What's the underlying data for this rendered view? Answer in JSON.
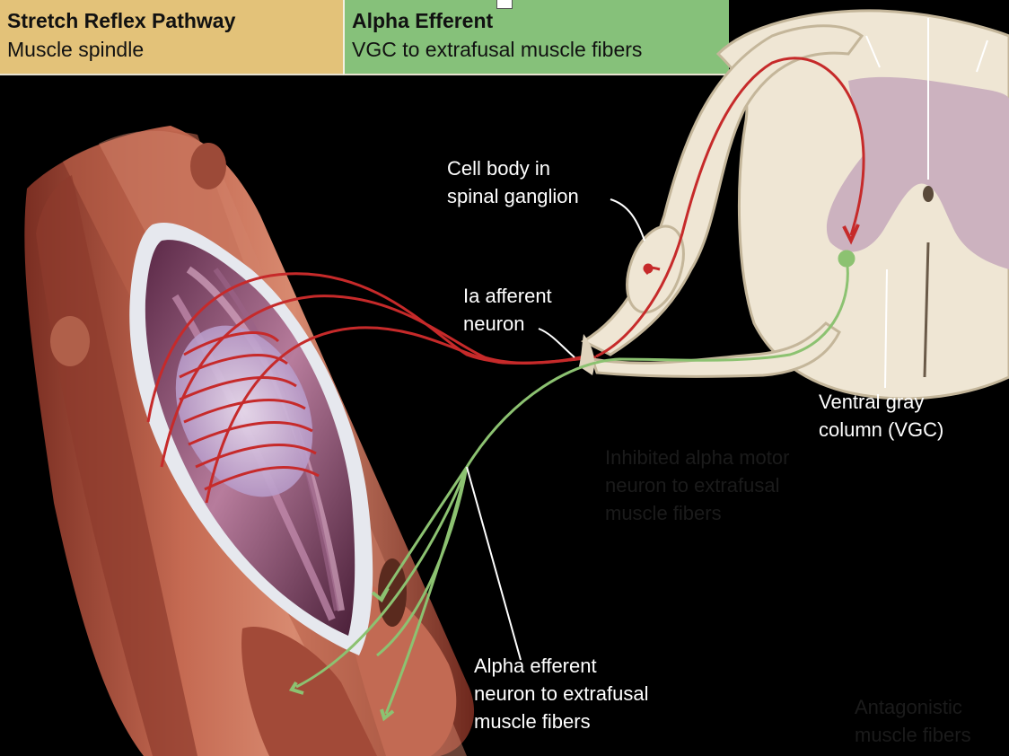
{
  "header": {
    "left": {
      "title": "Stretch Reflex Pathway",
      "subtitle": "Muscle spindle"
    },
    "right": {
      "title": "Alpha Efferent",
      "subtitle": "VGC to extrafusal muscle fibers"
    }
  },
  "labels": {
    "cell_body": "Cell body in\nspinal ganglion",
    "ia_afferent": "Ia afferent\nneuron",
    "ventral_gray": "Ventral gray\ncolumn (VGC)",
    "alpha_efferent": "Alpha efferent\nneuron to extrafusal\nmuscle fibers",
    "inhibited": "Inhibited alpha motor\nneuron to extrafusal\nmuscle fibers",
    "antagonistic": "Antagonistic\nmuscle fibers"
  },
  "colors": {
    "afferent": "#c62a2a",
    "efferent": "#8cc271",
    "muscle": "#b0543f",
    "spinal_cord": "#efe6d4",
    "gray_matter": "#ccb2bf"
  }
}
